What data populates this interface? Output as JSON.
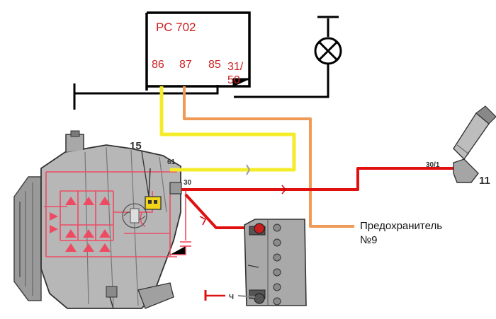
{
  "relay": {
    "name": "РС 702",
    "pins": [
      "86",
      "87",
      "85"
    ],
    "pin_31_line1": "31/",
    "pin_31_line2": "50"
  },
  "generator": {
    "regulator_ref": "15",
    "terminal_61": "61",
    "terminal_30": "30"
  },
  "switch": {
    "terminal": "30/1",
    "ref": "11"
  },
  "fuse": {
    "line1": "Предохранитель",
    "line2": "№9"
  },
  "battery": {
    "ground_label": "Ч"
  },
  "colors": {
    "red_wire": "#e01010",
    "yellow_wire": "#f4ec2a",
    "orange_wire": "#f09a55",
    "pink_circuit": "#ee4b63",
    "label_red": "#cc2020",
    "body_grey": "#b0b0b0"
  }
}
